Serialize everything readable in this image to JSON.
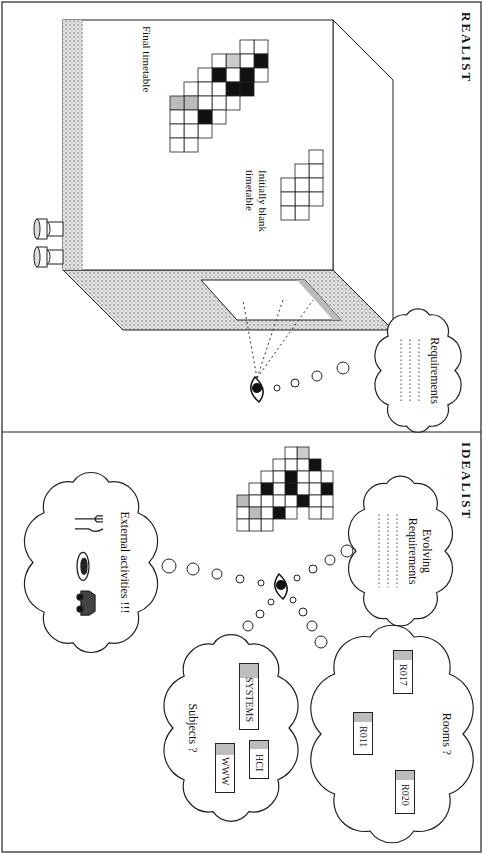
{
  "diagram": {
    "nodes": [
      {
        "text": [
          "Requirements"
        ]
      },
      {
        "text": [
          "Evolving Requirements"
        ]
      },
      {
        "text": [
          "Rooms ?"
        ]
      },
      {
        "text": [
          "R017"
        ],
        "in": 2
      },
      {
        "text": [
          "R011"
        ],
        "in": 2
      },
      {
        "text": [
          "R020"
        ],
        "in": 2
      },
      {
        "text": [
          "Subjects ?"
        ]
      },
      {
        "text": [
          "SYSTEMS"
        ],
        "in": 6
      },
      {
        "text": [
          "HCI"
        ],
        "in": 6
      },
      {
        "text": [
          "WWW"
        ],
        "in": 6
      },
      {
        "text": [
          "External activities !!!"
        ]
      }
    ],
    "labels": [
      "REALIST",
      "IDEALIST",
      "Initially blank timetable",
      "Final timetable"
    ]
  }
}
